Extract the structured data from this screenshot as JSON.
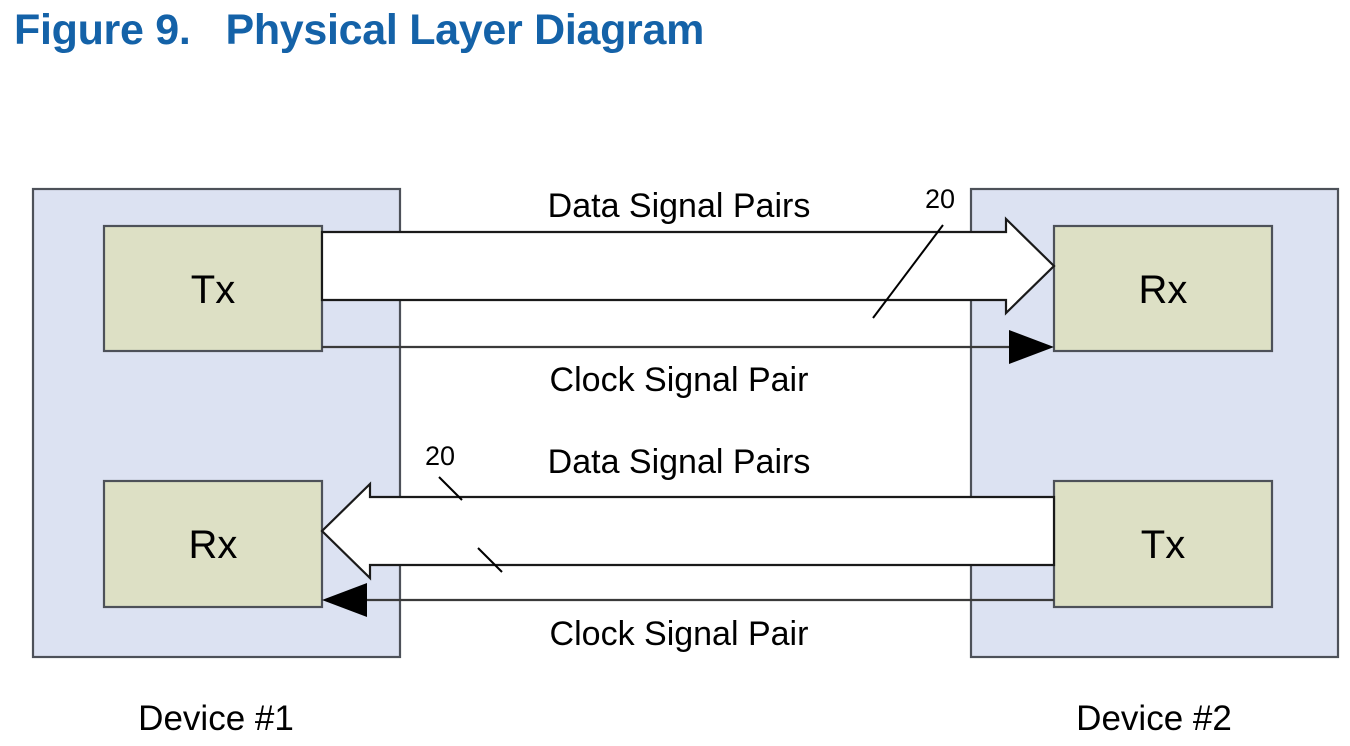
{
  "title": {
    "text": "Figure 9.   Physical Layer Diagram",
    "color": "#1462A8"
  },
  "colors": {
    "title_blue": "#1462A8",
    "device_fill": "#DCE2F2",
    "port_fill": "#DDE0C5",
    "outline": "#4D5159",
    "arrow_fill": "#FFFFFF",
    "arrow_outline": "#1A1A1A",
    "solid_arrowhead": "#000000",
    "background": "#FFFFFF"
  },
  "devices": [
    {
      "caption": "Device #1",
      "side": "left",
      "ports": [
        {
          "label": "Tx",
          "role": "transmitter",
          "position": "top"
        },
        {
          "label": "Rx",
          "role": "receiver",
          "position": "bottom"
        }
      ]
    },
    {
      "caption": "Device #2",
      "side": "right",
      "ports": [
        {
          "label": "Rx",
          "role": "receiver",
          "position": "top"
        },
        {
          "label": "Tx",
          "role": "transmitter",
          "position": "bottom"
        }
      ]
    }
  ],
  "links": [
    {
      "id": "forward-data",
      "label": "Data Signal Pairs",
      "kind": "bus",
      "bus_width": "20",
      "direction": "left-to-right",
      "from": "Device #1 Tx",
      "to": "Device #2 Rx"
    },
    {
      "id": "forward-clock",
      "label": "Clock Signal Pair",
      "kind": "single",
      "direction": "left-to-right",
      "from": "Device #1 Tx",
      "to": "Device #2 Rx"
    },
    {
      "id": "reverse-data",
      "label": "Data Signal Pairs",
      "kind": "bus",
      "bus_width": "20",
      "direction": "right-to-left",
      "from": "Device #2 Tx",
      "to": "Device #1 Rx"
    },
    {
      "id": "reverse-clock",
      "label": "Clock Signal Pair",
      "kind": "single",
      "direction": "right-to-left",
      "from": "Device #2 Tx",
      "to": "Device #1 Rx"
    }
  ]
}
